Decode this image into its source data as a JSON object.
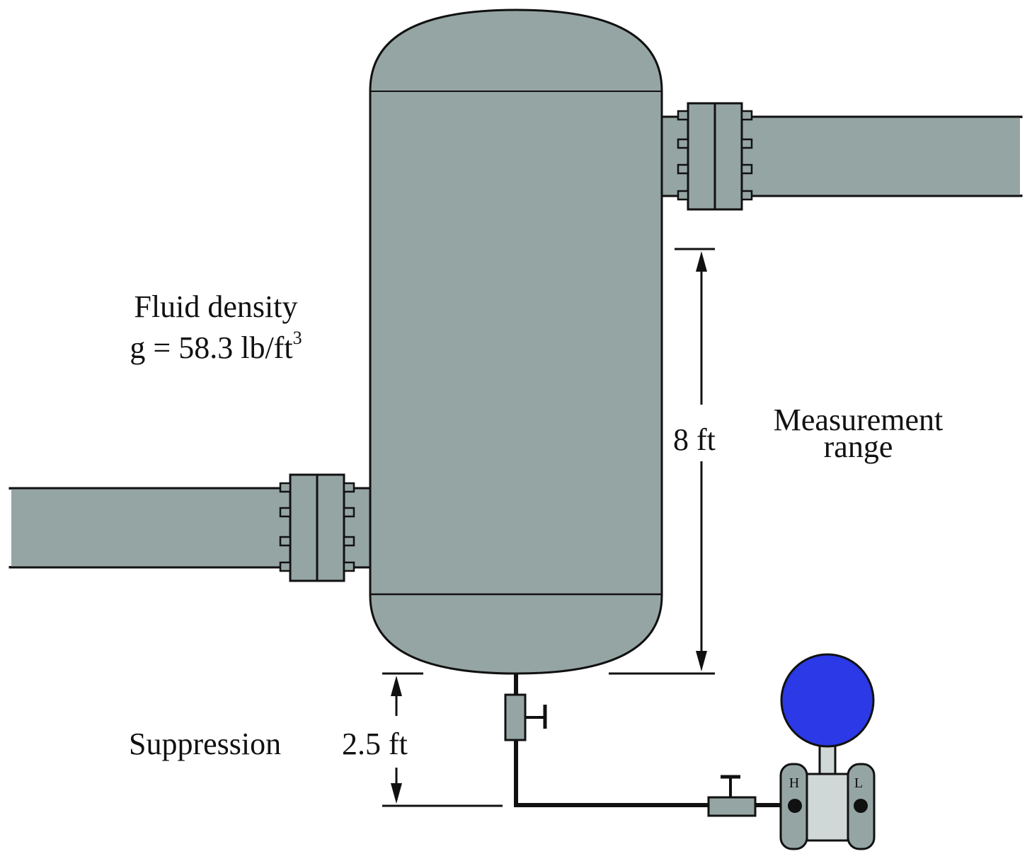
{
  "labels": {
    "density_title": "Fluid density",
    "density_prefix": "g = 58.3 lb/ft",
    "density_exponent": "3",
    "range_value": "8 ft",
    "range_line1": "Measurement",
    "range_line2": "range",
    "suppression_title": "Suppression",
    "suppression_value": "2.5 ft",
    "transmitter_high": "H",
    "transmitter_low": "L"
  },
  "colors": {
    "vessel_fill": "#95a5a4",
    "pipe_fill": "#95a5a4",
    "transmitter_body": "#cfd8d6",
    "transmitter_capsule": "#95a5a4",
    "transmitter_head": "#2b39e6",
    "line": "#111111"
  }
}
